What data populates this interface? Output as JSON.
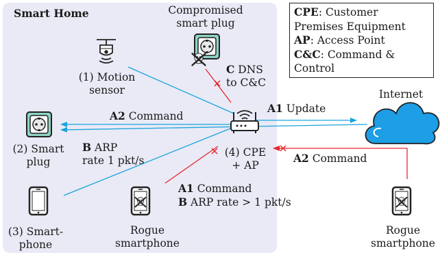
{
  "zone": {
    "title": "Smart Home"
  },
  "legend": [
    {
      "abbr": "CPE",
      "text": ": Customer"
    },
    {
      "abbr": "",
      "text": "Premises Equipment"
    },
    {
      "abbr": "AP",
      "text": ": Access Point"
    },
    {
      "abbr": "C&C",
      "text": ": Command &"
    },
    {
      "abbr": "",
      "text": "Control"
    }
  ],
  "nodes": {
    "compromised_plug": {
      "line1": "Compromised",
      "line2": "smart plug"
    },
    "motion_sensor": {
      "line1": "(1) Motion",
      "line2": "sensor"
    },
    "smart_plug": {
      "line1": "(2) Smart",
      "line2": "plug"
    },
    "smartphone": {
      "line1": "(3) Smart-",
      "line2": "phone"
    },
    "rogue_inside": {
      "line1": "Rogue",
      "line2": "smartphone"
    },
    "cpe": {
      "line1": "(4) CPE",
      "line2": "+ AP"
    },
    "internet": {
      "label": "Internet"
    },
    "rogue_outside": {
      "line1": "Rogue",
      "line2": "smartphone"
    }
  },
  "flows": {
    "c_dns": {
      "tag": "C",
      "line1": " DNS",
      "line2": "to C&C"
    },
    "a2_command_in": {
      "tag": "A2",
      "text": " Command"
    },
    "a1_update": {
      "tag": "A1",
      "text": " Update"
    },
    "b_arp": {
      "tag": "B",
      "line1": " ARP",
      "line2": "rate 1 pkt/s"
    },
    "a2_command_out": {
      "tag": "A2",
      "text": " Command"
    },
    "attack_rogue": {
      "tag1": "A1",
      "text1": " Command",
      "tag2": "B",
      "text2": " ARP rate > 1 pkt/s"
    }
  },
  "colors": {
    "zone_fill": "#e9eaf6",
    "benign": "#1aa3dc",
    "attack": "#e8262d",
    "cloud": "#1d9ee6",
    "device": "#2a2a2a",
    "plug_green": "#8fd4c4"
  }
}
